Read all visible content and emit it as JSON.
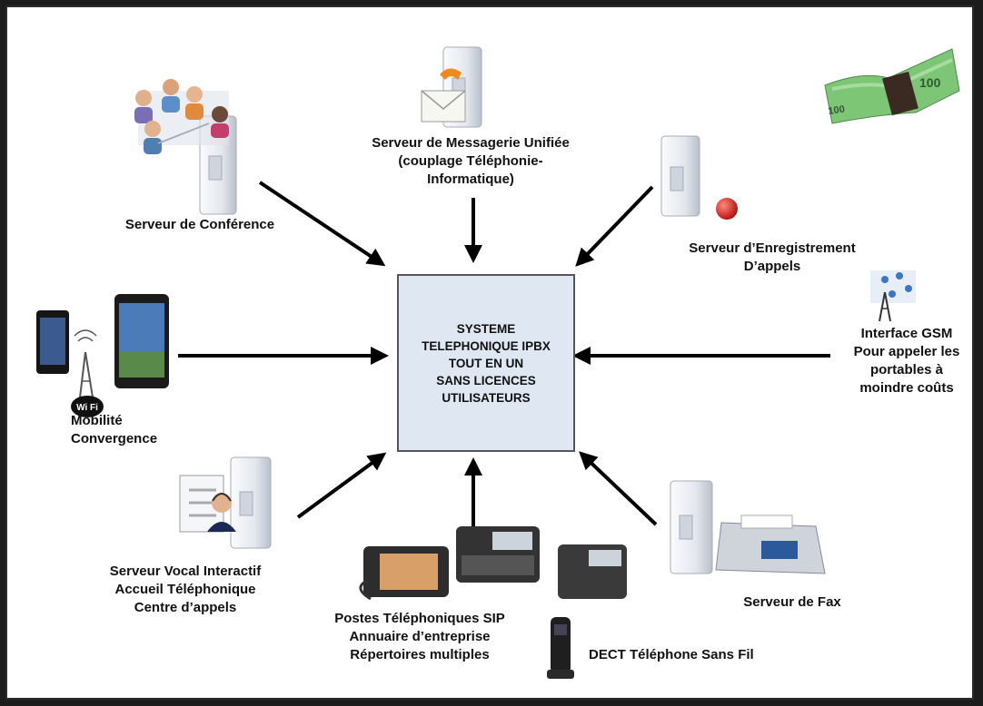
{
  "center": {
    "text": "SYSTEME\nTELEPHONIQUE IPBX\nTOUT EN UN\nSANS LICENCES\nUTILISATEURS"
  },
  "nodes": {
    "conference": "Serveur de Conférence",
    "messagerie": "Serveur de Messagerie Unifiée\n(couplage Téléphonie-\nInformatique)",
    "enregistrement": "Serveur d’Enregistrement\nD’appels",
    "gsm": "Interface GSM\nPour appeler les\nportables à\nmoindre coûts",
    "mobilite": "Mobilité\nConvergence",
    "vocal": "Serveur Vocal Interactif\nAccueil Téléphonique\nCentre d’appels",
    "postes": "Postes Téléphoniques SIP\nAnnuaire d’entreprise\nRépertoires multiples",
    "dect": "DECT Téléphone Sans Fil",
    "fax": "Serveur de Fax"
  },
  "banknote_text": "100",
  "wifi_badge_text": "Wi Fi",
  "colors": {
    "center_fill": "#dfe7f2",
    "arrow": "#000000",
    "server": "#e9ecf2",
    "record_dot": "#cc1a1a",
    "banknote": "#6fc06a"
  }
}
